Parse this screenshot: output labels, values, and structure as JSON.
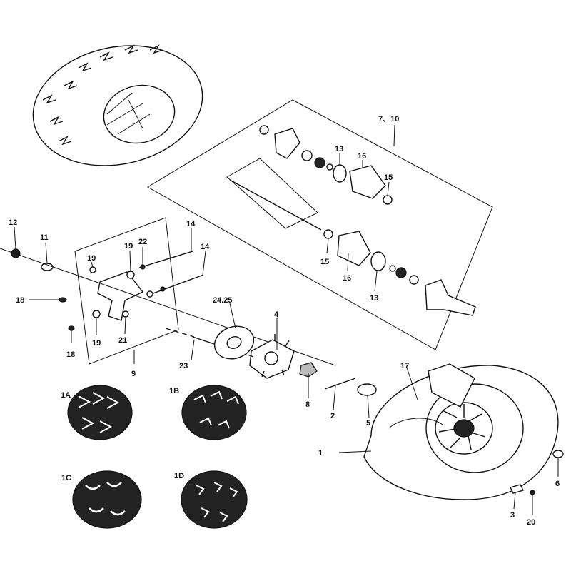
{
  "callouts": {
    "c1": "1",
    "c1a": "1A",
    "c1b": "1B",
    "c1c": "1C",
    "c1d": "1D",
    "c2": "2",
    "c3": "3",
    "c4": "4",
    "c5": "5",
    "c6": "6",
    "c7_10": "7、10",
    "c8": "8",
    "c9": "9",
    "c11": "11",
    "c12": "12",
    "c13a": "13",
    "c13b": "13",
    "c14a": "14",
    "c14b": "14",
    "c15a": "15",
    "c15b": "15",
    "c16a": "16",
    "c16b": "16",
    "c17": "17",
    "c18a": "18",
    "c18b": "18",
    "c19a": "19",
    "c19b": "19",
    "c19c": "19",
    "c20": "20",
    "c21": "21",
    "c22": "22",
    "c23": "23",
    "c24_25": "24.25"
  }
}
